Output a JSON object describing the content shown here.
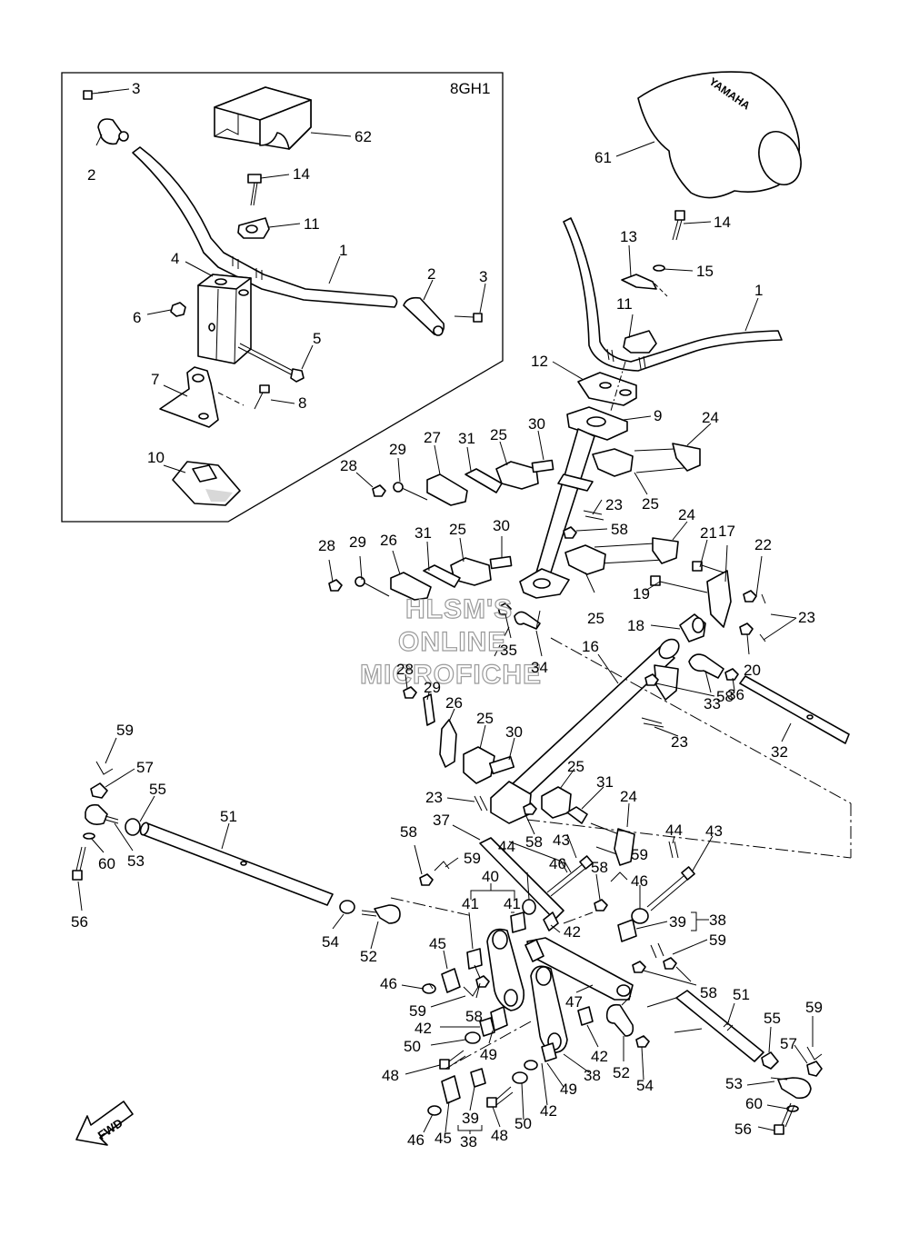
{
  "inset_code": "8GH1",
  "brand_text": "YAMAHA",
  "fwd_label": "FWD",
  "watermark_lines": [
    "HLSM'S",
    "ONLINE",
    "MICROFICHE"
  ],
  "callouts": [
    {
      "id": "c3a",
      "text": "3"
    },
    {
      "id": "c2a",
      "text": "2"
    },
    {
      "id": "c62",
      "text": "62"
    },
    {
      "id": "c14a",
      "text": "14"
    },
    {
      "id": "c11a",
      "text": "11"
    },
    {
      "id": "c1a",
      "text": "1"
    },
    {
      "id": "c4",
      "text": "4"
    },
    {
      "id": "c2b",
      "text": "2"
    },
    {
      "id": "c3b",
      "text": "3"
    },
    {
      "id": "c6",
      "text": "6"
    },
    {
      "id": "c5",
      "text": "5"
    },
    {
      "id": "c7",
      "text": "7"
    },
    {
      "id": "c8",
      "text": "8"
    },
    {
      "id": "c10",
      "text": "10"
    },
    {
      "id": "c61",
      "text": "61"
    },
    {
      "id": "c14b",
      "text": "14"
    },
    {
      "id": "c13",
      "text": "13"
    },
    {
      "id": "c15",
      "text": "15"
    },
    {
      "id": "c1b",
      "text": "1"
    },
    {
      "id": "c11b",
      "text": "11"
    },
    {
      "id": "c12",
      "text": "12"
    },
    {
      "id": "c9",
      "text": "9"
    },
    {
      "id": "c24a",
      "text": "24"
    },
    {
      "id": "c30a",
      "text": "30"
    },
    {
      "id": "c31a",
      "text": "31"
    },
    {
      "id": "c25a",
      "text": "25"
    },
    {
      "id": "c27",
      "text": "27"
    },
    {
      "id": "c29a",
      "text": "29"
    },
    {
      "id": "c28a",
      "text": "28"
    },
    {
      "id": "c25b",
      "text": "25"
    },
    {
      "id": "c23a",
      "text": "23"
    },
    {
      "id": "c58a",
      "text": "58"
    },
    {
      "id": "c24b",
      "text": "24"
    },
    {
      "id": "c21",
      "text": "21"
    },
    {
      "id": "c17",
      "text": "17"
    },
    {
      "id": "c22",
      "text": "22"
    },
    {
      "id": "c28b",
      "text": "28"
    },
    {
      "id": "c29b",
      "text": "29"
    },
    {
      "id": "c26a",
      "text": "26"
    },
    {
      "id": "c31b",
      "text": "31"
    },
    {
      "id": "c25c",
      "text": "25"
    },
    {
      "id": "c30b",
      "text": "30"
    },
    {
      "id": "c19",
      "text": "19"
    },
    {
      "id": "c25d",
      "text": "25"
    },
    {
      "id": "c23b",
      "text": "23"
    },
    {
      "id": "c35",
      "text": "35"
    },
    {
      "id": "c34",
      "text": "34"
    },
    {
      "id": "c18",
      "text": "18"
    },
    {
      "id": "c16",
      "text": "16"
    },
    {
      "id": "c20",
      "text": "20"
    },
    {
      "id": "c28c",
      "text": "28"
    },
    {
      "id": "c29c",
      "text": "29"
    },
    {
      "id": "c26b",
      "text": "26"
    },
    {
      "id": "c25e",
      "text": "25"
    },
    {
      "id": "c30c",
      "text": "30"
    },
    {
      "id": "c33",
      "text": "33"
    },
    {
      "id": "c36",
      "text": "36"
    },
    {
      "id": "c58b",
      "text": "58"
    },
    {
      "id": "c23c",
      "text": "23"
    },
    {
      "id": "c32",
      "text": "32"
    },
    {
      "id": "c59a",
      "text": "59"
    },
    {
      "id": "c57a",
      "text": "57"
    },
    {
      "id": "c55a",
      "text": "55"
    },
    {
      "id": "c51a",
      "text": "51"
    },
    {
      "id": "c25f",
      "text": "25"
    },
    {
      "id": "c31c",
      "text": "31"
    },
    {
      "id": "c23d",
      "text": "23"
    },
    {
      "id": "c24c",
      "text": "24"
    },
    {
      "id": "c37",
      "text": "37"
    },
    {
      "id": "c58c",
      "text": "58"
    },
    {
      "id": "c43a",
      "text": "43"
    },
    {
      "id": "c44a",
      "text": "44"
    },
    {
      "id": "c44b",
      "text": "44"
    },
    {
      "id": "c43b",
      "text": "43"
    },
    {
      "id": "c60a",
      "text": "60"
    },
    {
      "id": "c53a",
      "text": "53"
    },
    {
      "id": "c58d",
      "text": "58"
    },
    {
      "id": "c59b",
      "text": "59"
    },
    {
      "id": "c46a",
      "text": "46"
    },
    {
      "id": "c59c",
      "text": "59"
    },
    {
      "id": "c58e",
      "text": "58"
    },
    {
      "id": "c46b",
      "text": "46"
    },
    {
      "id": "c40",
      "text": "40"
    },
    {
      "id": "c56a",
      "text": "56"
    },
    {
      "id": "c41a",
      "text": "41"
    },
    {
      "id": "c41b",
      "text": "41"
    },
    {
      "id": "c54a",
      "text": "54"
    },
    {
      "id": "c52a",
      "text": "52"
    },
    {
      "id": "c42a",
      "text": "42"
    },
    {
      "id": "c39a",
      "text": "39"
    },
    {
      "id": "c38a",
      "text": "38"
    },
    {
      "id": "c59d",
      "text": "59"
    },
    {
      "id": "c45a",
      "text": "45"
    },
    {
      "id": "c46c",
      "text": "46"
    },
    {
      "id": "c58f",
      "text": "58"
    },
    {
      "id": "c59e",
      "text": "59"
    },
    {
      "id": "c58g",
      "text": "58"
    },
    {
      "id": "c51b",
      "text": "51"
    },
    {
      "id": "c47",
      "text": "47"
    },
    {
      "id": "c42b",
      "text": "42"
    },
    {
      "id": "c50a",
      "text": "50"
    },
    {
      "id": "c49a",
      "text": "49"
    },
    {
      "id": "c42c",
      "text": "42"
    },
    {
      "id": "c52b",
      "text": "52"
    },
    {
      "id": "c55b",
      "text": "55"
    },
    {
      "id": "c59f",
      "text": "59"
    },
    {
      "id": "c57b",
      "text": "57"
    },
    {
      "id": "c48a",
      "text": "48"
    },
    {
      "id": "c38b",
      "text": "38"
    },
    {
      "id": "c54b",
      "text": "54"
    },
    {
      "id": "c53b",
      "text": "53"
    },
    {
      "id": "c49b",
      "text": "49"
    },
    {
      "id": "c60b",
      "text": "60"
    },
    {
      "id": "c42d",
      "text": "42"
    },
    {
      "id": "c39b",
      "text": "39"
    },
    {
      "id": "c48b",
      "text": "48"
    },
    {
      "id": "c50b",
      "text": "50"
    },
    {
      "id": "c56b",
      "text": "56"
    },
    {
      "id": "c46d",
      "text": "46"
    },
    {
      "id": "c45b",
      "text": "45"
    },
    {
      "id": "c38c",
      "text": "38"
    }
  ]
}
